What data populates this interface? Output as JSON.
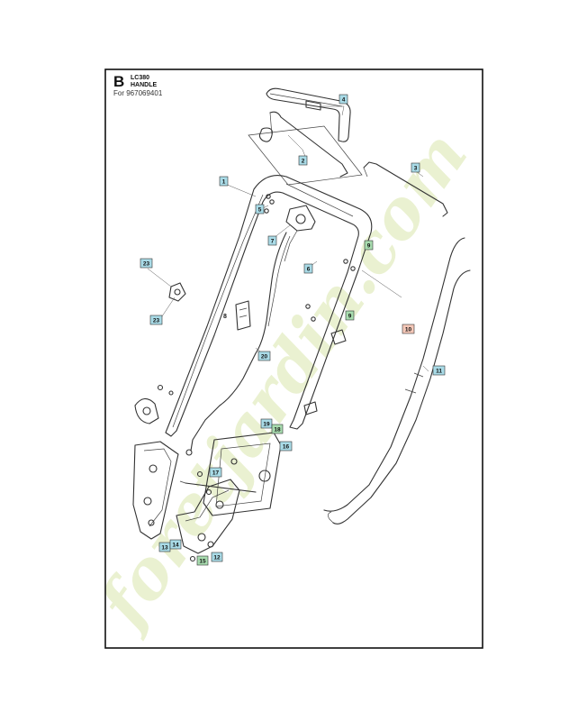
{
  "header": {
    "letter": "B",
    "model": "LC380",
    "section": "HANDLE",
    "for_line": "For 967069401"
  },
  "watermark": {
    "text": "foretjardin.com"
  },
  "colors": {
    "callout_blue": "#a9dbe7",
    "callout_green": "#a8dcaf",
    "callout_orange": "#f5c8b8",
    "watermark": "#e7efc9"
  },
  "callouts": [
    {
      "id": "c4",
      "label": "4",
      "color": "blue"
    },
    {
      "id": "c2",
      "label": "2",
      "color": "blue"
    },
    {
      "id": "c3",
      "label": "3",
      "color": "blue"
    },
    {
      "id": "c1",
      "label": "1",
      "color": "blue"
    },
    {
      "id": "c5",
      "label": "5",
      "color": "blue"
    },
    {
      "id": "c7",
      "label": "7",
      "color": "blue"
    },
    {
      "id": "c6",
      "label": "6",
      "color": "blue"
    },
    {
      "id": "c9a",
      "label": "9",
      "color": "green"
    },
    {
      "id": "c9b",
      "label": "9",
      "color": "green"
    },
    {
      "id": "c23a",
      "label": "23",
      "color": "blue"
    },
    {
      "id": "c23b",
      "label": "23",
      "color": "blue"
    },
    {
      "id": "c10",
      "label": "10",
      "color": "orange"
    },
    {
      "id": "c11",
      "label": "11",
      "color": "blue"
    },
    {
      "id": "c20",
      "label": "20",
      "color": "blue"
    },
    {
      "id": "c19",
      "label": "19",
      "color": "blue"
    },
    {
      "id": "c18",
      "label": "18",
      "color": "green"
    },
    {
      "id": "c16",
      "label": "16",
      "color": "blue"
    },
    {
      "id": "c17",
      "label": "17",
      "color": "blue"
    },
    {
      "id": "c13",
      "label": "13",
      "color": "blue"
    },
    {
      "id": "c14",
      "label": "14",
      "color": "blue"
    },
    {
      "id": "c15",
      "label": "15",
      "color": "green"
    },
    {
      "id": "c12",
      "label": "12",
      "color": "blue"
    }
  ],
  "plain_labels": [
    {
      "id": "p8",
      "label": "8"
    }
  ]
}
